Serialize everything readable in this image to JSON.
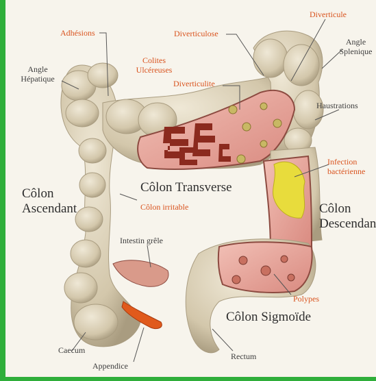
{
  "labels": {
    "adhesions": "Adhésions",
    "diverticulose": "Diverticulose",
    "diverticule": "Diverticule",
    "angle_hepatique_1": "Angle",
    "angle_hepatique_2": "Hépatique",
    "angle_splenique_1": "Angle",
    "angle_splenique_2": "Splenique",
    "colites_1": "Colites",
    "colites_2": "Ulcéreuses",
    "diverticulite": "Diverticulite",
    "haustrations": "Haustrations",
    "infection_1": "Infection",
    "infection_2": "bactérienne",
    "colon_ascendant_1": "Côlon",
    "colon_ascendant_2": "Ascendant",
    "colon_transverse": "Côlon Transverse",
    "colon_irritable": "Côlon irritable",
    "colon_descendant_1": "Côlon",
    "colon_descendant_2": "Descendant",
    "intestin_grele": "Intestin grêle",
    "polypes": "Polypes",
    "colon_sigmoide": "Côlon Sigmoïde",
    "caecum": "Caecum",
    "appendice": "Appendice",
    "rectum": "Rectum"
  },
  "colors": {
    "frame": "#2fae3a",
    "paper": "#f7f4ec",
    "colon": "#d8cdb4",
    "mucosa": "#e8a9a0",
    "ulcer": "#8b2a1e",
    "infection": "#e8dc3c",
    "appendix": "#e05a1c",
    "label_orange": "#d9531e",
    "label_gray": "#3d3d3d"
  }
}
